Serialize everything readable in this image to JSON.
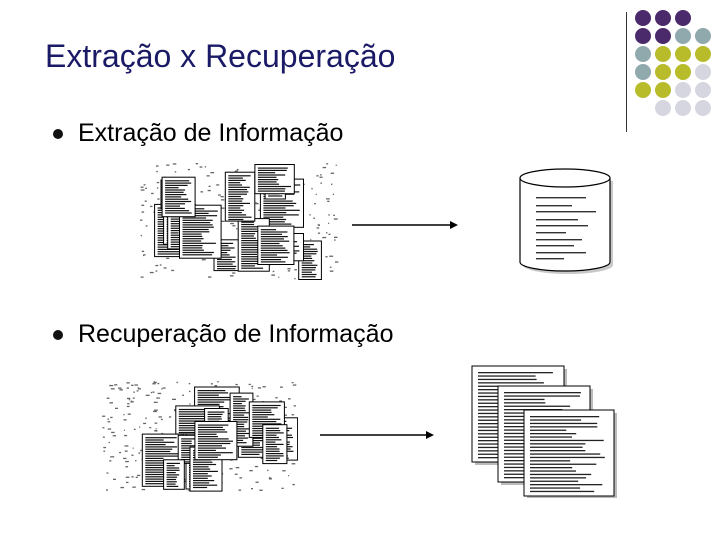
{
  "slide": {
    "title": "Extração x Recuperação",
    "bullets": [
      {
        "text": "Extração de Informação"
      },
      {
        "text": "Recuperação de Informação"
      }
    ]
  },
  "decoration": {
    "dot_colors": [
      "#4b2a6b",
      "#8fa9ad",
      "#b8bb2a",
      "#d6d6e0"
    ]
  },
  "icons": {
    "collage": "document-collage-icon",
    "database": "database-cylinder-icon",
    "stacked_documents": "stacked-documents-icon",
    "arrow": "arrow-right-icon"
  }
}
